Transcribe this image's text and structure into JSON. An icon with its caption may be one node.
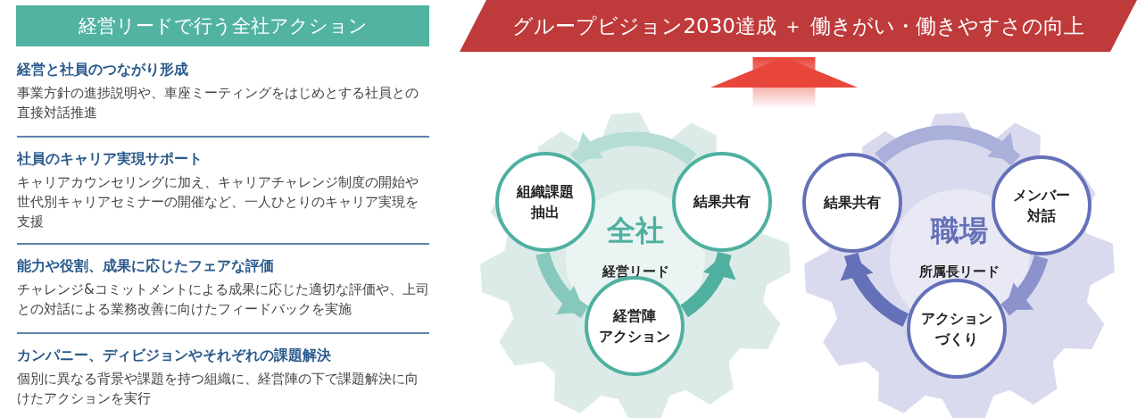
{
  "diagram": {
    "nodes": [
      {
        "text": [
          "経営リードで行う全社アクション"
        ]
      },
      {
        "text": [
          "グループビジョン2030達成 ＋ 働きがい・働きやすさの向上"
        ]
      },
      {
        "text": [
          "全社",
          "経営リード"
        ]
      },
      {
        "text": [
          "組織課題抽出"
        ],
        "in": 2
      },
      {
        "text": [
          "結果共有"
        ],
        "in": 2
      },
      {
        "text": [
          "経営陣アクション"
        ],
        "in": 2
      },
      {
        "text": [
          "職場",
          "所属長リード"
        ]
      },
      {
        "text": [
          "結果共有"
        ],
        "in": 6
      },
      {
        "text": [
          "メンバー対話"
        ],
        "in": 6
      },
      {
        "text": [
          "アクションづくり"
        ],
        "in": 6
      }
    ],
    "edges": [
      {
        "from": 3,
        "to": 5,
        "arrow": "to",
        "color": "#86c8bb"
      },
      {
        "from": 5,
        "to": 4,
        "arrow": "to",
        "color": "#4fb0a0"
      },
      {
        "from": 4,
        "to": 3,
        "arrow": "to",
        "color": "#b5ddd5"
      },
      {
        "from": 7,
        "to": 8,
        "arrow": "to",
        "color": "#aab0da"
      },
      {
        "from": 8,
        "to": 9,
        "arrow": "to",
        "color": "#8c93cc"
      },
      {
        "from": 9,
        "to": 7,
        "arrow": "to",
        "color": "#6470b8"
      },
      {
        "from": null,
        "to": 1,
        "arrow": "to",
        "style": "thick",
        "color": "#e8463a"
      }
    ],
    "labels": [
      "経営と社員のつながり形成",
      "事業方針の進捗説明や、車座ミーティングをはじめとする社員との直接対話推進",
      "社員のキャリア実現サポート",
      "キャリアカウンセリングに加え、キャリアチャレンジ制度の開始や世代別キャリアセミナーの開催など、一人ひとりのキャリア実現を支援",
      "能力や役割、成果に応じたフェアな評価",
      "チャレンジ&コミットメントによる成果に応じた適切な評価や、上司との対話による業務改善に向けたフィードバックを実施",
      "カンパニー、ディビジョンやそれぞれの課題解決",
      "個別に異なる背景や課題を持つ組織に、経営陣の下で課題解決に向けたアクションを実行"
    ]
  }
}
